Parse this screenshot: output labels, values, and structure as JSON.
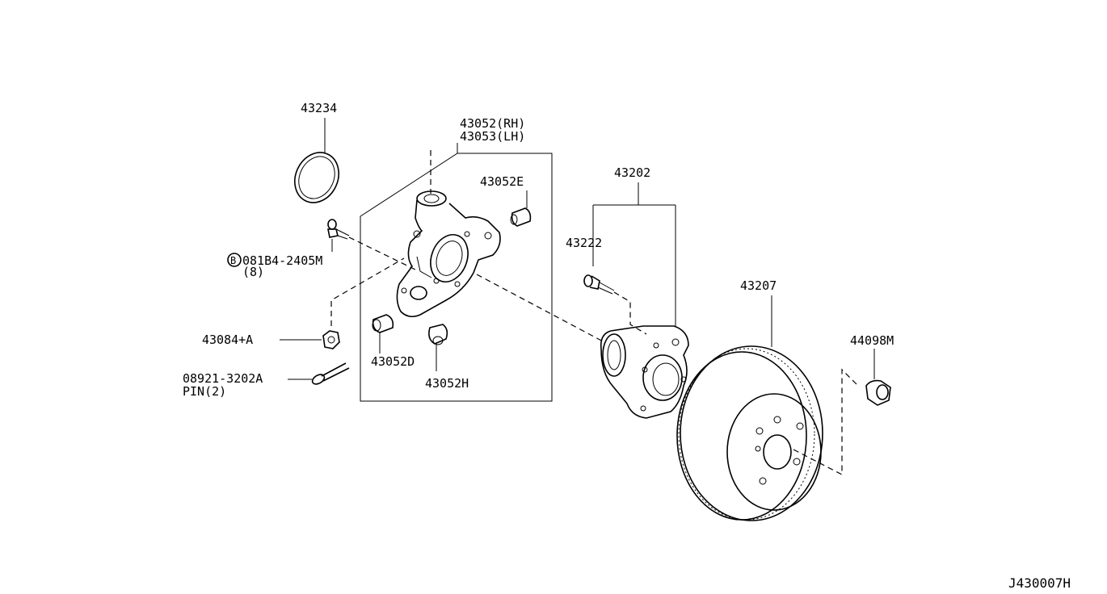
{
  "labels": {
    "p43234": "43234",
    "p43052_rh": "43052(RH)",
    "p43053_lh": "43053(LH)",
    "p43052e": "43052E",
    "p43202": "43202",
    "p43222": "43222",
    "bolt_b": "B",
    "bolt_code": "081B4-2405M",
    "bolt_qty": "(8)",
    "p43084a": "43084+A",
    "p43052d": "43052D",
    "p43052h": "43052H",
    "pin_code": "08921-3202A",
    "pin_qty": "PIN(2)",
    "p43207": "43207",
    "p44098m": "44098M",
    "diagram_id": "J430007H"
  }
}
